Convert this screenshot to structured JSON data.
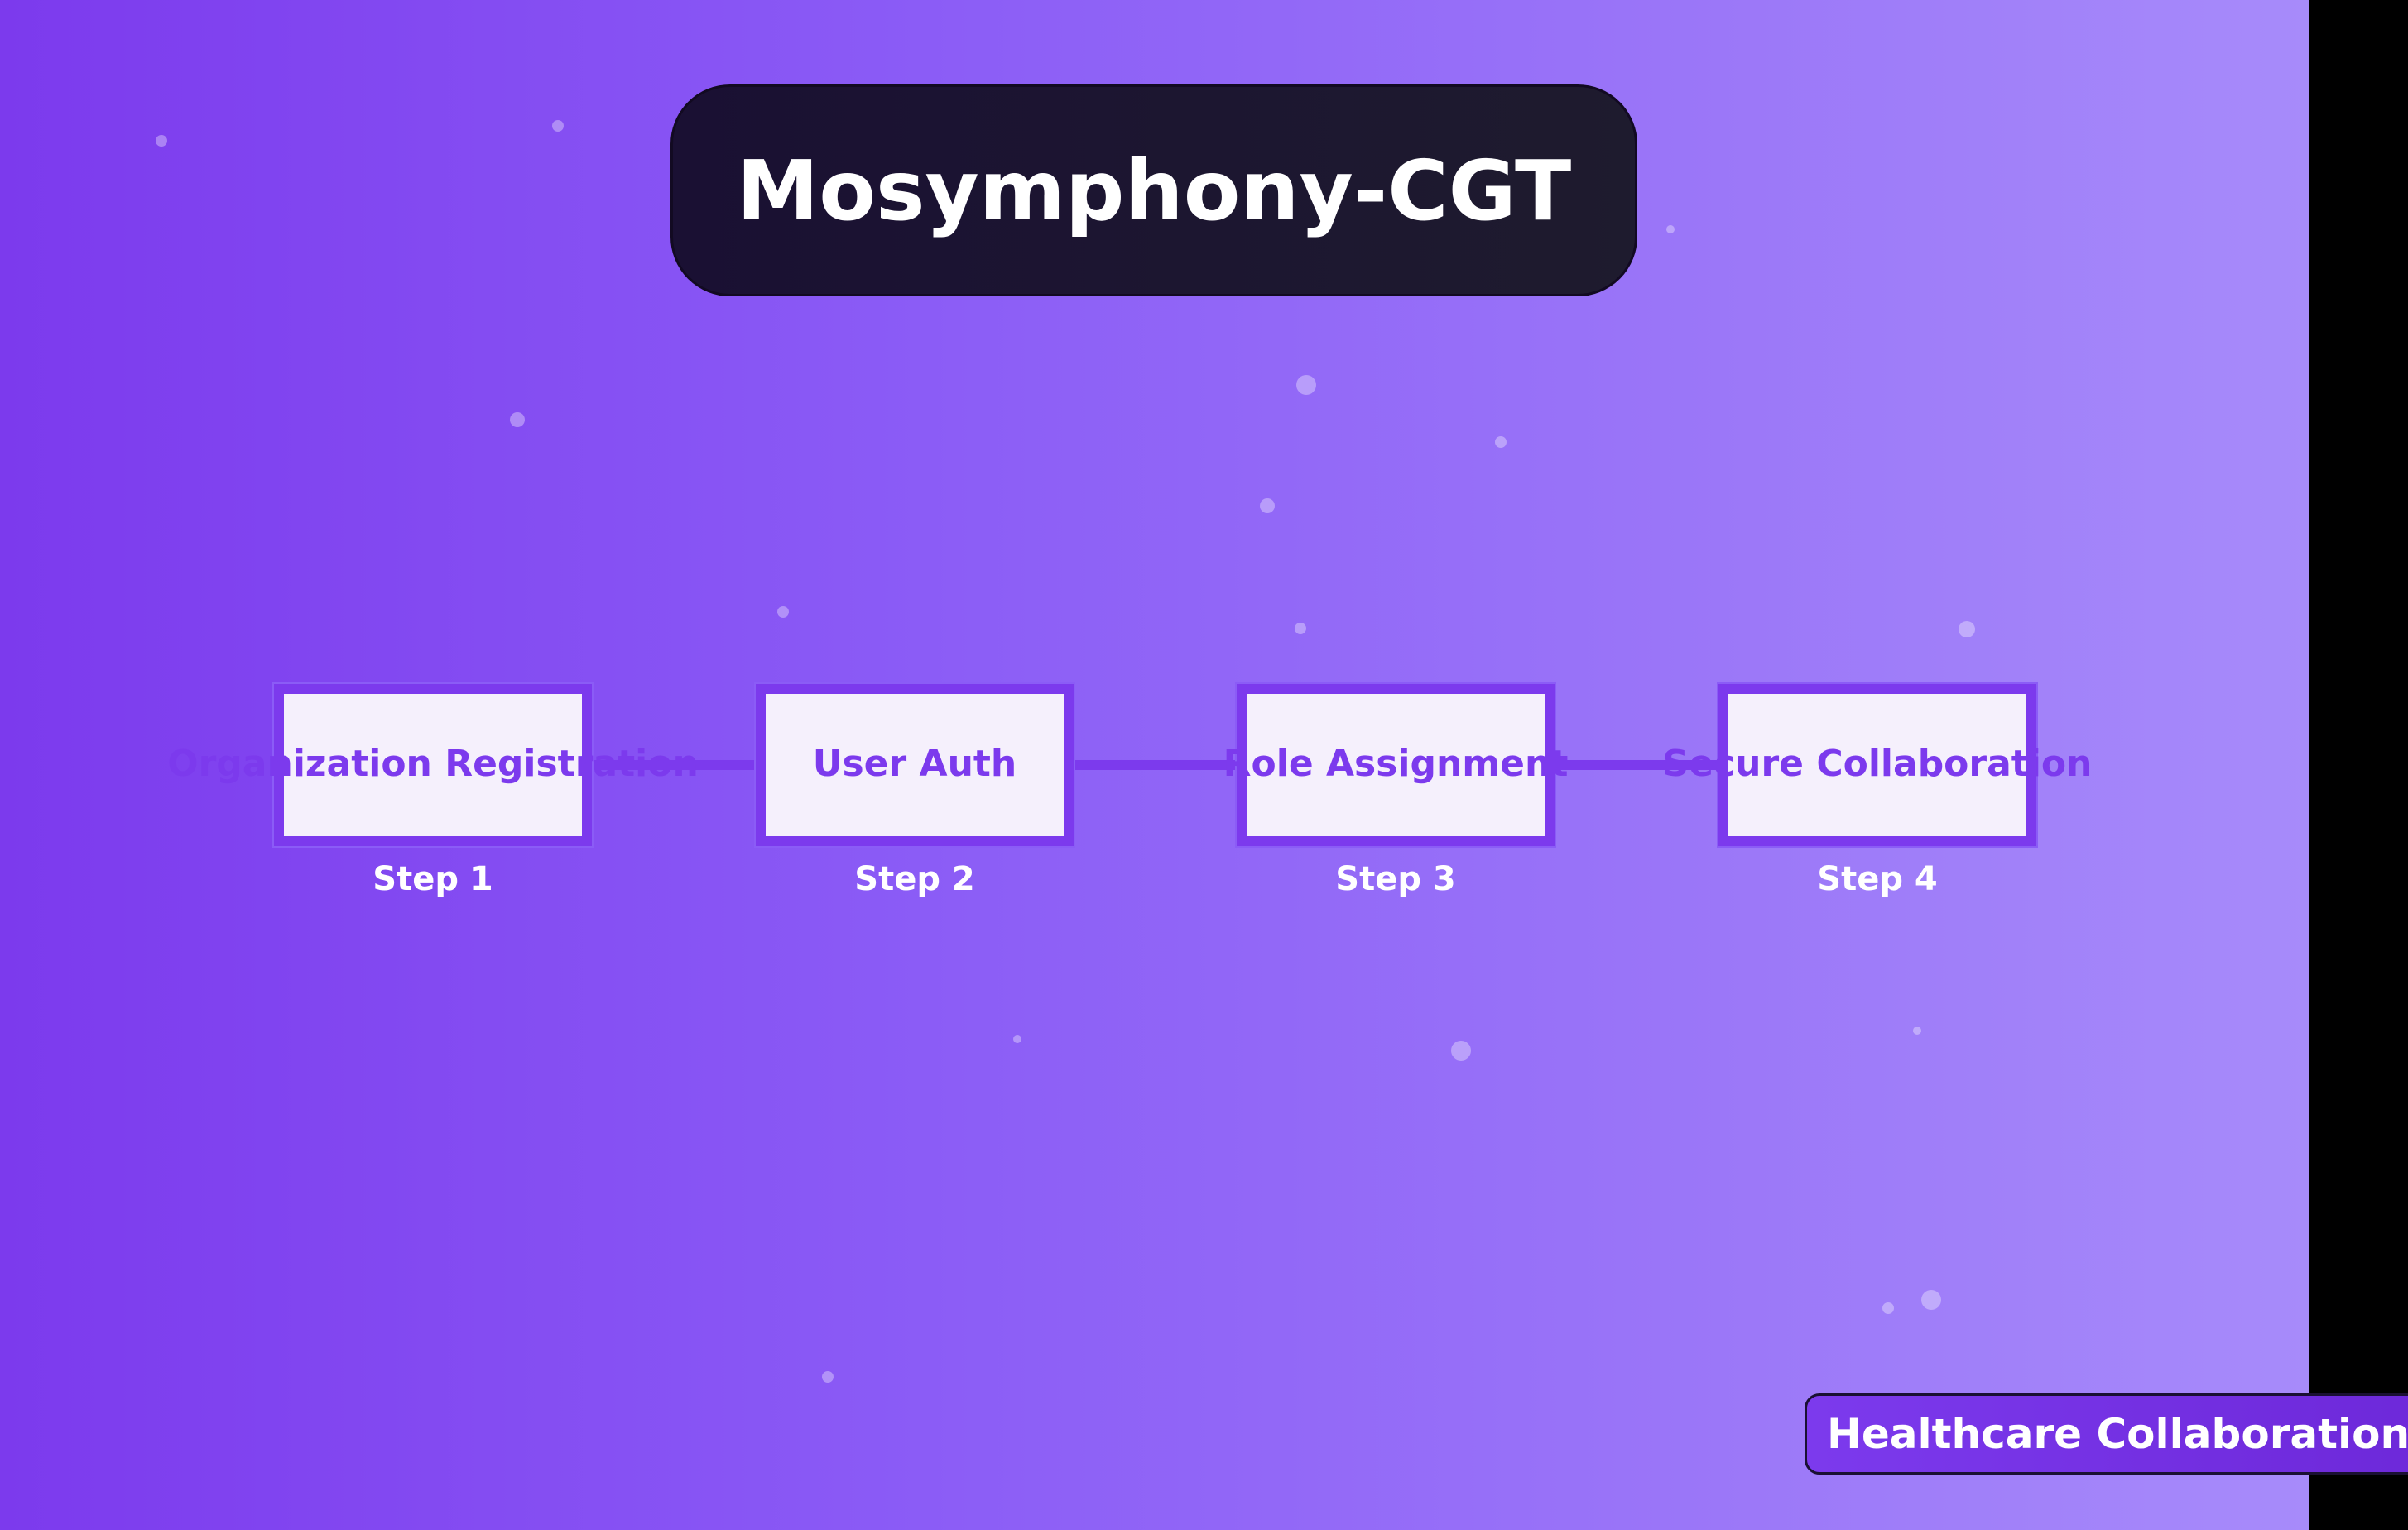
{
  "title": "Mosymphony-CGT",
  "steps": [
    {
      "label": "Organization Registration",
      "step": "Step 1"
    },
    {
      "label": "User Auth",
      "step": "Step 2"
    },
    {
      "label": "Role Assignment",
      "step": "Step 3"
    },
    {
      "label": "Secure Collaboration",
      "step": "Step 4"
    }
  ],
  "badge": "Healthcare Collaboration",
  "colors": {
    "accent": "#7c3aed",
    "title_bg": "#1a1033",
    "box_fill": "#f5f0fc",
    "gradient_start": "#7c3aed",
    "gradient_end": "#a78bfa"
  }
}
